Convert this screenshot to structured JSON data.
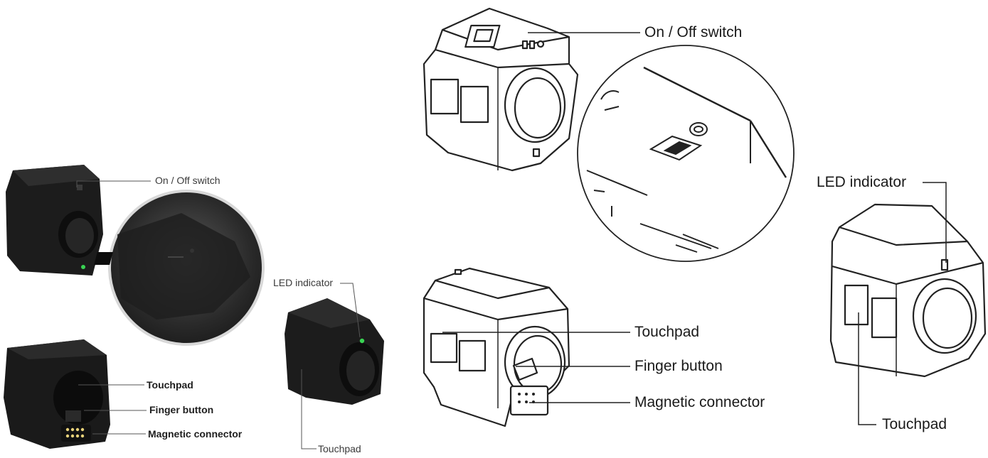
{
  "photo_labels": {
    "on_off_switch": "On / Off switch",
    "led_indicator": "LED indicator",
    "touchpad_led_view": "Touchpad",
    "touchpad": "Touchpad",
    "finger_button": "Finger button",
    "magnetic_connector": "Magnetic connector"
  },
  "drawing_labels": {
    "on_off_switch": "On / Off switch",
    "touchpad": "Touchpad",
    "finger_button": "Finger button",
    "magnetic_connector": "Magnetic connector",
    "led_indicator": "LED indicator",
    "touchpad_side_view": "Touchpad"
  },
  "colors": {
    "device_body": "#1c1c1c",
    "device_shade": "#2c2c2c",
    "led_green": "#39d353",
    "connector_gold": "#e8d27a",
    "line": "#222222"
  }
}
